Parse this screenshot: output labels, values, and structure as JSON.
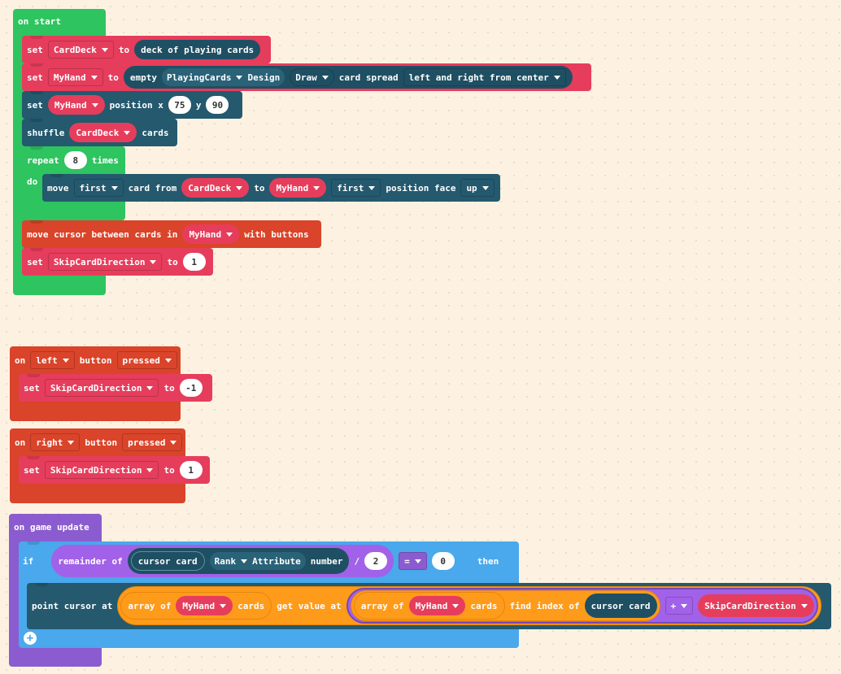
{
  "on_start": {
    "header": "on start",
    "set_deck": {
      "kw": "set",
      "var": "CardDeck",
      "to": "to",
      "value": "deck of playing cards"
    },
    "set_hand": {
      "kw": "set",
      "var": "MyHand",
      "to": "to",
      "empty": "empty",
      "kind": "PlayingCards",
      "design_label": "Design",
      "design": "Draw",
      "spread_label": "card spread",
      "spread": "left and right from center"
    },
    "set_pos": {
      "kw": "set",
      "var": "MyHand",
      "pos_label": "position x",
      "x": "75",
      "y_label": "y",
      "y": "90"
    },
    "shuffle": {
      "kw": "shuffle",
      "var": "CardDeck",
      "suffix": "cards"
    },
    "repeat": {
      "kw": "repeat",
      "count": "8",
      "suffix": "times",
      "do": "do"
    },
    "move": {
      "kw": "move",
      "which": "first",
      "from_label": "card from",
      "from": "CardDeck",
      "to": "to",
      "dest": "MyHand",
      "pos": "first",
      "face_label": "position face",
      "face": "up"
    },
    "cursor": {
      "text": "move cursor between cards in",
      "var": "MyHand",
      "suffix": "with buttons"
    },
    "set_skip": {
      "kw": "set",
      "var": "SkipCardDirection",
      "to": "to",
      "value": "1"
    }
  },
  "on_left": {
    "on": "on",
    "button": "left",
    "button_label": "button",
    "event": "pressed",
    "set": {
      "kw": "set",
      "var": "SkipCardDirection",
      "to": "to",
      "value": "-1"
    }
  },
  "on_right": {
    "on": "on",
    "button": "right",
    "button_label": "button",
    "event": "pressed",
    "set": {
      "kw": "set",
      "var": "SkipCardDirection",
      "to": "to",
      "value": "1"
    }
  },
  "on_update": {
    "header": "on game update",
    "if": {
      "kw": "if",
      "remainder": "remainder of",
      "cursor": "cursor card",
      "rank": "Rank",
      "attr": "Attribute",
      "number": "number",
      "div": "/",
      "divisor": "2",
      "op": "=",
      "compare": "0",
      "then": "then"
    },
    "point": {
      "kw": "point cursor at",
      "array1": "array of",
      "var1": "MyHand",
      "cards1": "cards",
      "get": "get value at",
      "array2": "array of",
      "var2": "MyHand",
      "cards2": "cards",
      "find": "find index of",
      "cursor": "cursor card",
      "op": "+",
      "var3": "SkipCardDirection"
    },
    "add_icon": "plus-circle-icon"
  },
  "colors": {
    "green": "#2ec45f",
    "red": "#e63d5c",
    "teal": "#24596e",
    "orange_red": "#d9442a",
    "purple": "#8b5ccf",
    "blue": "#4aa8ec",
    "orange": "#ff9b1a"
  }
}
